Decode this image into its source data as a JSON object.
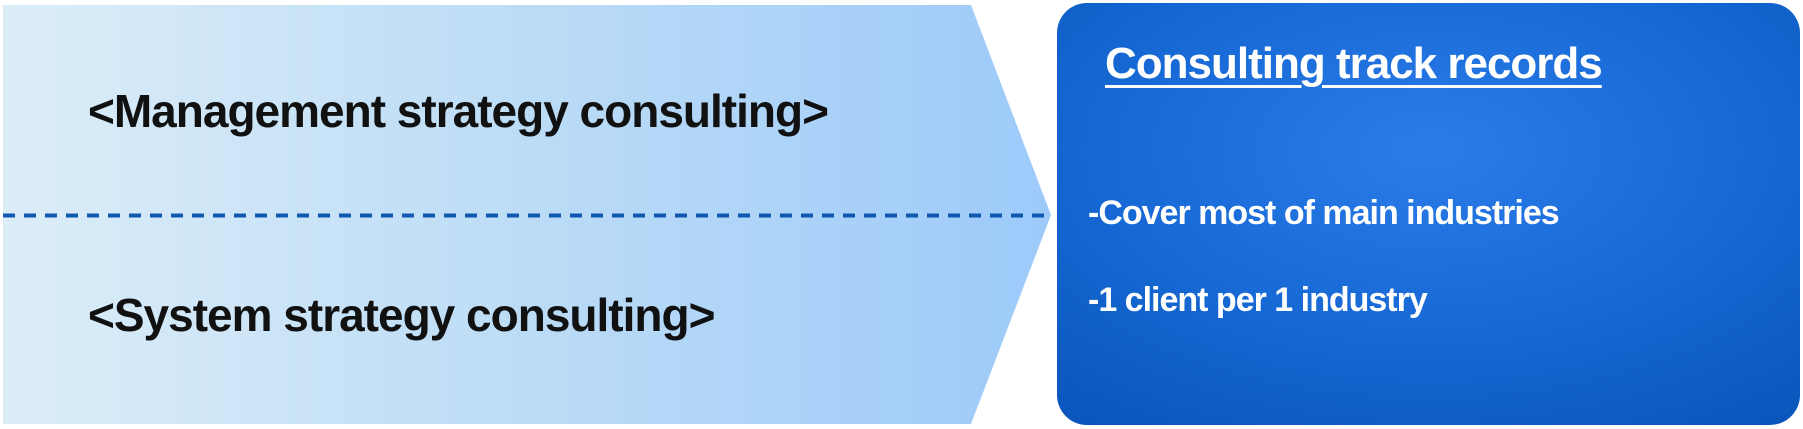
{
  "diagram": {
    "arrow": {
      "label_top": "<Management strategy consulting>",
      "label_bottom": "<System strategy consulting>",
      "gradient_left": "#dcedf8",
      "gradient_mid": "#bcdcf6",
      "gradient_right": "#9dcafa"
    },
    "divider": {
      "style": "dashed",
      "color": "#0f58b0"
    },
    "panel": {
      "title": "Consulting track records",
      "bullets": [
        "-Cover most of main industries",
        "-1 client per 1 industry"
      ],
      "bg_center": "#2b7ce9",
      "bg_mid": "#1668d4",
      "bg_edge": "#0a56bc",
      "text_color": "#ffffff"
    }
  }
}
